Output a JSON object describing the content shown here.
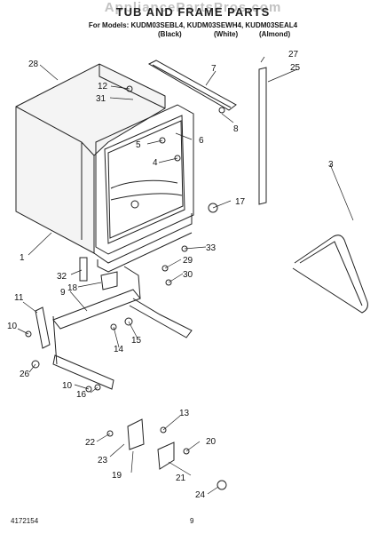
{
  "header": {
    "watermark": "AppliancePartsPros.com",
    "title": "TUB AND FRAME PARTS",
    "models": "For Models: KUDM03SEBL4, KUDM03SEWH4, KUDM03SEAL4",
    "colors": [
      "(Black)",
      "(White)",
      "(Almond)"
    ]
  },
  "callouts": [
    "28",
    "12",
    "31",
    "7",
    "27",
    "25",
    "8",
    "5",
    "6",
    "4",
    "3",
    "17",
    "1",
    "33",
    "29",
    "32",
    "30",
    "18",
    "11",
    "9",
    "10",
    "14",
    "15",
    "26",
    "10",
    "16",
    "13",
    "22",
    "20",
    "23",
    "19",
    "21",
    "24"
  ],
  "footer": {
    "part_number": "4172154",
    "page": "9"
  }
}
